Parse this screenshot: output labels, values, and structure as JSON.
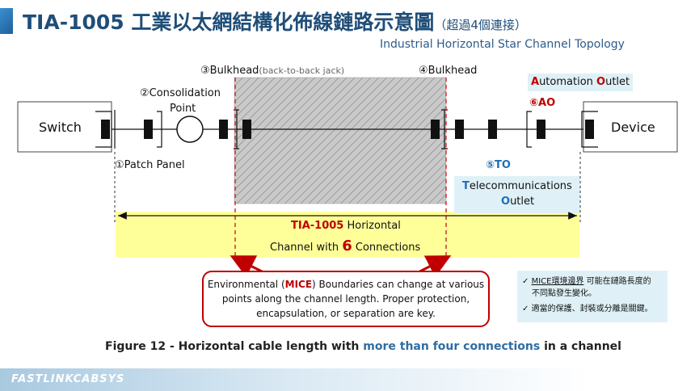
{
  "header": {
    "title": "TIA-1005 工業以太網結構化佈線鏈路示意圖",
    "title_suffix": "（超過4個連接）",
    "subtitle": "Industrial Horizontal Star Channel Topology"
  },
  "diagram": {
    "switch_label": "Switch",
    "device_label": "Device",
    "labels": {
      "bulkhead3_main": "③Bulkhead",
      "bulkhead3_note": "(back-to-back jack)",
      "bulkhead4": "④Bulkhead",
      "consolidation_line1": "②Consolidation",
      "consolidation_line2": "Point",
      "patch_panel": "①Patch Panel",
      "ao_num": "⑥",
      "ao_abbr": "AO",
      "to_num": "⑤",
      "to_abbr": "TO",
      "automation_outlet_a": "A",
      "automation_outlet_rest1": "utomation ",
      "automation_outlet_o": "O",
      "automation_outlet_rest2": "utlet",
      "telecom_t": "T",
      "telecom_rest": "elecommunications",
      "telecom_o": "O",
      "telecom_rest2": "utlet"
    },
    "channel": {
      "tia": "TIA-1005",
      "horizontal": " Horizontal",
      "line2_pre": "Channel with ",
      "count": "6",
      "line2_post": " Connections"
    }
  },
  "notice": {
    "pre": "Environmental (",
    "mice": "MICE",
    "post": ") Boundaries can change at various",
    "line2": "points along the channel length. Proper protection,",
    "line3": "encapsulation, or separation are key."
  },
  "side_note": {
    "item1_check": "✓",
    "item1_mice": "MICE環境邊界",
    "item1_rest": " 可能在鏈路長度的",
    "item1_line2": "不同點發生變化。",
    "item2_check": "✓",
    "item2": "適當的保護、封裝或分離是關鍵。"
  },
  "caption": {
    "pre": "Figure 12 - Horizontal cable length with ",
    "highlight": "more than four connections",
    "post": " in a channel"
  },
  "footer": {
    "brand": "FASTLINKCABSYS"
  },
  "colors": {
    "title_blue": "#1f4e79",
    "red": "#c00000",
    "blue_accent": "#1f6fb5",
    "highlight_yellow": "#ffff99",
    "light_cyan": "#dff1f6"
  }
}
